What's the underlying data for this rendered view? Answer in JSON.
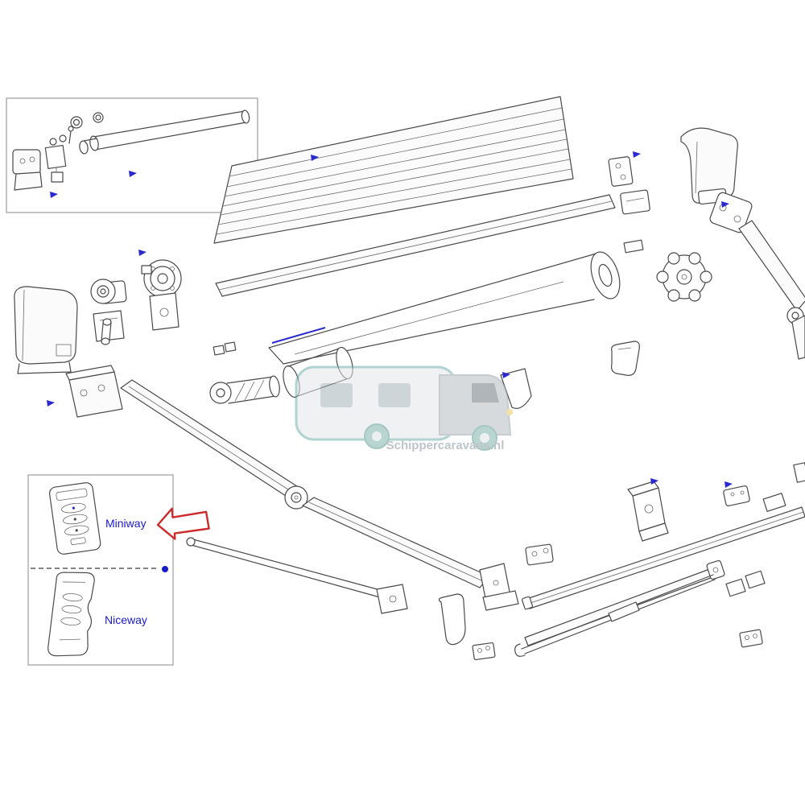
{
  "diagram": {
    "watermark_text": "Schippercaravans.nl",
    "labels": {
      "miniway": "Miniway",
      "niceway": "Niceway"
    },
    "colors": {
      "line": "#4a4a4a",
      "label_blue": "#1a1acf",
      "arrow_red": "#cc2b2b",
      "callout_blue": "#2a2ad0",
      "watermark_teal": "#72b1aa",
      "watermark_gray": "#8a959b"
    }
  }
}
